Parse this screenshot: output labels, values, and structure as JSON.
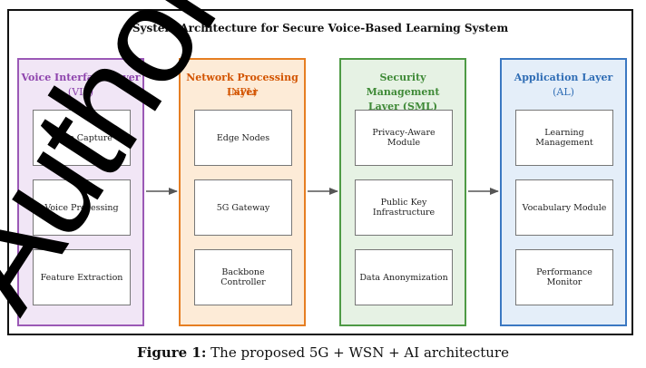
{
  "diagram": {
    "title": "System Architecture for Secure Voice-Based Learning System",
    "layers": [
      {
        "name": "Voice Interface Layer",
        "abbr": "(VIL)",
        "color": "#9b59b6",
        "components": [
          "Voice Capture",
          "Voice Processing",
          "Feature Extraction"
        ]
      },
      {
        "name": "Network Processing Layer",
        "abbr": "(NPL)",
        "color": "#e67e22",
        "components": [
          "Edge Nodes",
          "5G Gateway",
          "Backbone Controller"
        ]
      },
      {
        "name": "Security Management Layer (SML)",
        "abbr": "",
        "color": "#4e9a45",
        "components": [
          "Privacy-Aware Module",
          "Public Key Infrastructure",
          "Data Anonymization"
        ]
      },
      {
        "name": "Application Layer",
        "abbr": "(AL)",
        "color": "#3b78c2",
        "components": [
          "Learning Management",
          "Vocabulary Module",
          "Performance Monitor"
        ]
      }
    ]
  },
  "watermark": {
    "text": "Authors"
  },
  "caption": {
    "label": "Figure 1:",
    "text": " The proposed 5G + WSN + AI architecture"
  }
}
